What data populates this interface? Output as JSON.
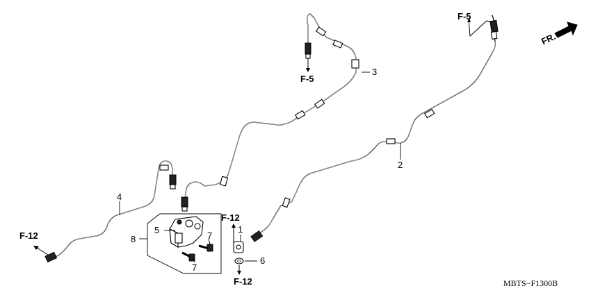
{
  "diagram": {
    "code": "MBTS−F1300B",
    "direction_label": "FR.",
    "refs": {
      "f5_top_left": "F-5",
      "f5_top_right": "F-5",
      "f12_left": "F-12",
      "f12_middle": "F-12",
      "f12_bottom": "F-12"
    },
    "callouts": {
      "c1": "1",
      "c2": "2",
      "c3": "3",
      "c4": "4",
      "c5": "5",
      "c6": "6",
      "c7a": "7",
      "c7b": "7",
      "c8": "8"
    }
  }
}
